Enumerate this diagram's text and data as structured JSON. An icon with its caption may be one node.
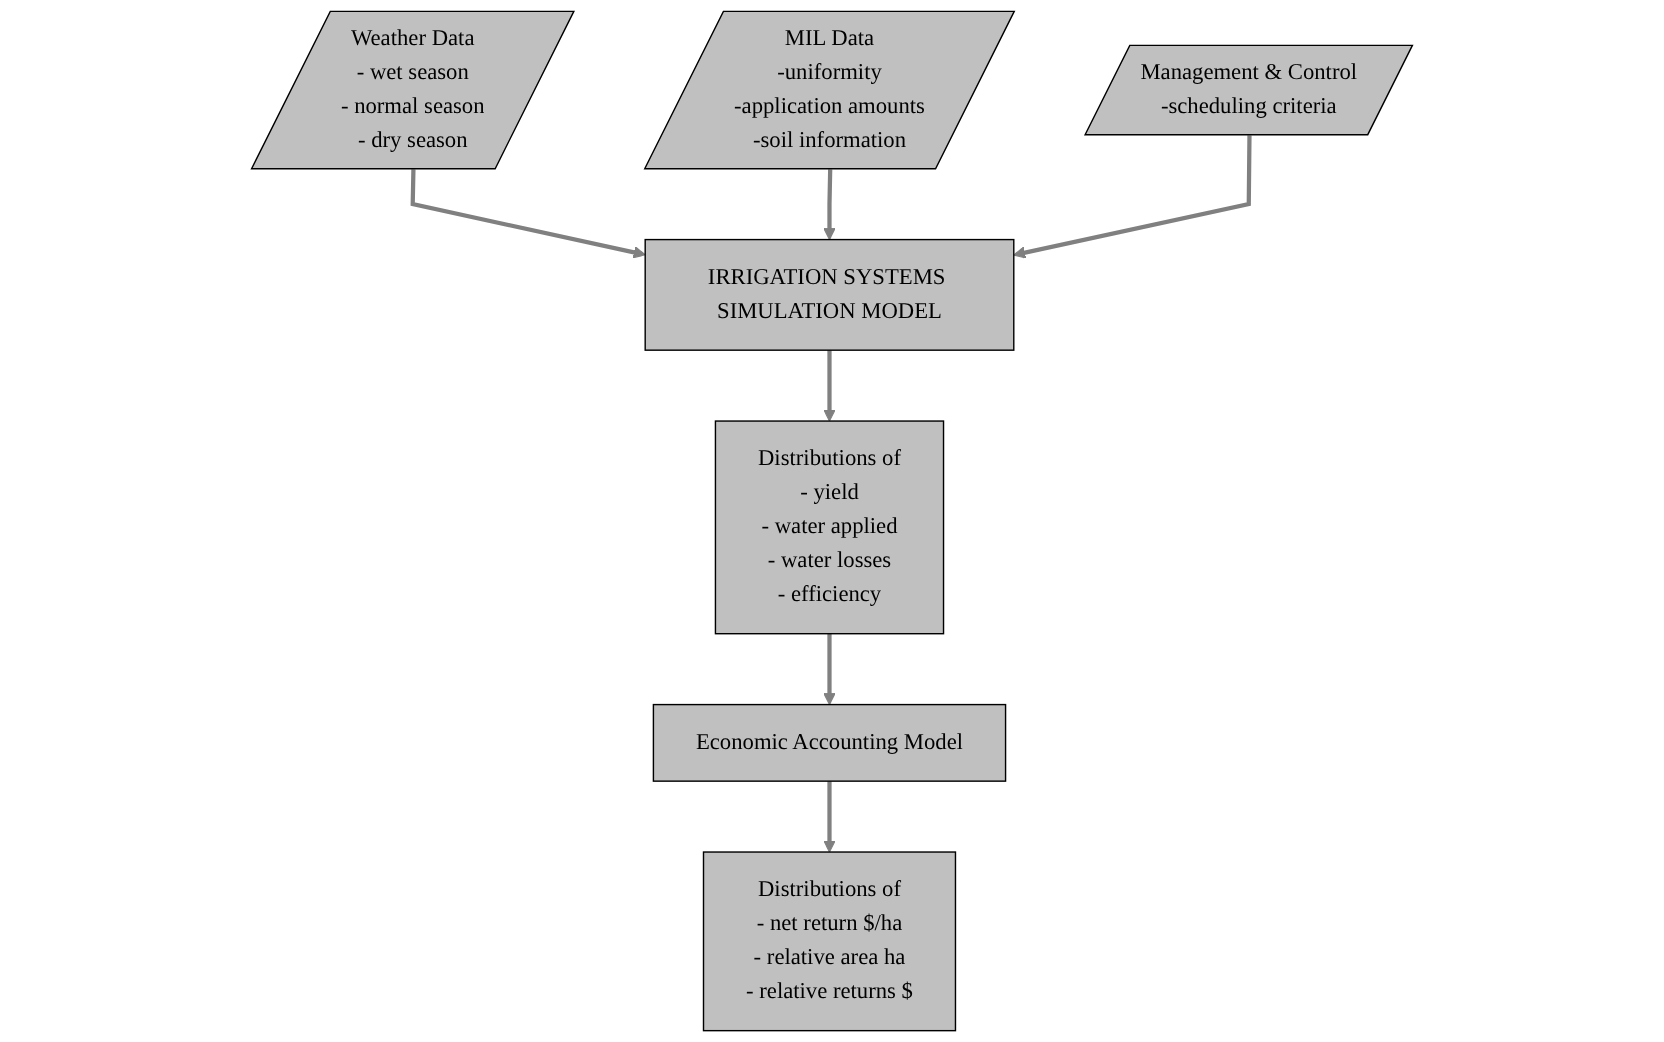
{
  "diagram": {
    "nodes": [
      {
        "text": [
          "Weather Data",
          "- wet season",
          "- normal season",
          "- dry season"
        ]
      },
      {
        "text": [
          "MIL Data",
          "-uniformity",
          "-application amounts",
          "-soil information"
        ]
      },
      {
        "text": [
          "IRRIGATION SYSTEMS SIMULATION MODEL"
        ]
      },
      {
        "text": [
          "Management & Control",
          "-scheduling criteria"
        ]
      },
      {
        "text": [
          "Distributions of",
          "- yield",
          "- water applied",
          "- water losses",
          "- efficiency"
        ]
      },
      {
        "text": [
          "Economic Accounting Model"
        ]
      },
      {
        "text": [
          "Distributions of",
          "- net return $/ha",
          "- relative area ha",
          "- relative returns $"
        ]
      }
    ],
    "edges": [
      {
        "from": 0,
        "to": 2,
        "arrow": "to"
      },
      {
        "from": 1,
        "to": 2,
        "arrow": "to"
      },
      {
        "from": 3,
        "to": 2,
        "arrow": "to"
      },
      {
        "from": 2,
        "to": 4,
        "arrow": "to"
      },
      {
        "from": 4,
        "to": 5,
        "arrow": "to"
      },
      {
        "from": 5,
        "to": 6,
        "arrow": "to"
      }
    ]
  }
}
